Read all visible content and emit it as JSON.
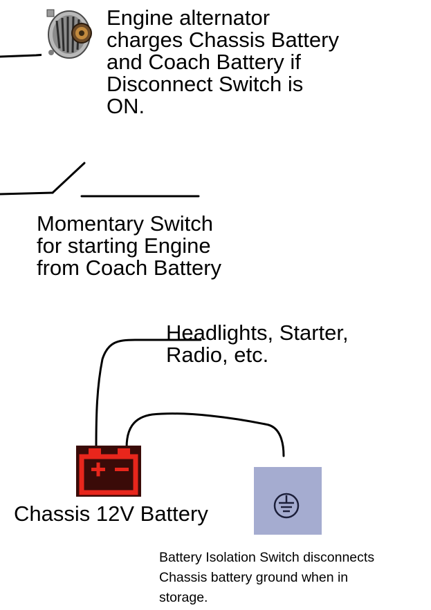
{
  "alternator": {
    "icon": "alternator-icon",
    "caption": "Engine alternator\ncharges Chassis Battery\nand Coach Battery if\nDisconnect Switch is\nON."
  },
  "momentary_switch": {
    "icon": "momentary-switch-symbol",
    "caption": "Momentary Switch\nfor starting Engine\nfrom Coach Battery"
  },
  "loads": {
    "caption": "Headlights, Starter,\nRadio, etc."
  },
  "battery": {
    "icon": "battery-icon",
    "caption": "Chassis 12V Battery",
    "color": "#e8261c",
    "background": "#3a0b08"
  },
  "isolation_switch": {
    "icon": "ground-icon",
    "caption": "Battery Isolation Switch disconnects\nChassis battery ground when in\nstorage.",
    "background": "#a5acd0"
  }
}
